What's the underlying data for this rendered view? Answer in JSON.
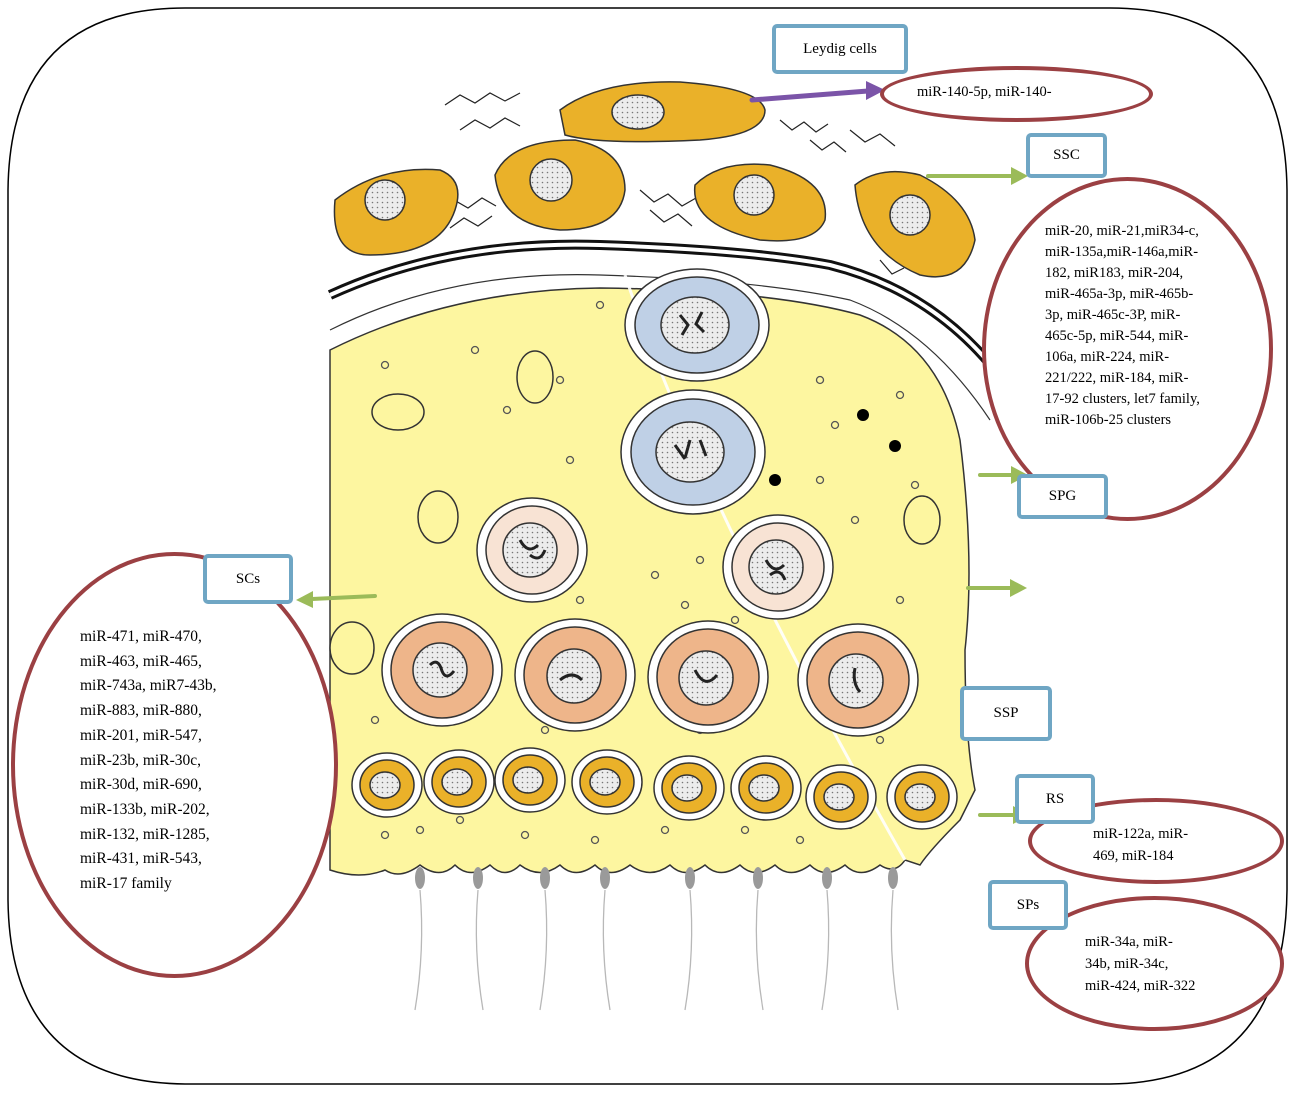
{
  "labels": {
    "leydig": "Leydig cells",
    "ssc": "SSC",
    "spg": "SPG",
    "scs": "SCs",
    "ssp": "SSP",
    "rs": "RS",
    "sps": "SPs"
  },
  "mirna": {
    "leydig": "miR-140-5p, miR-140-",
    "ssc": "miR-20, miR-21,miR34-c,\nmiR-135a,miR-146a,miR-\n182, miR183, miR-204,\nmiR-465a-3p, miR-465b-\n3p, miR-465c-3P, miR-\n465c-5p, miR-544, miR-\n106a, miR-224, miR-\n221/222, miR-184, miR-\n17-92 clusters, let7 family,\nmiR-106b-25 clusters",
    "scs": "miR-471, miR-470,\nmiR-463, miR-465,\nmiR-743a, miR7-43b,\nmiR-883, miR-880,\nmiR-201, miR-547,\nmiR-23b, miR-30c,\nmiR-30d, miR-690,\nmiR-133b, miR-202,\nmiR-132, miR-1285,\nmiR-431, miR-543,\nmiR-17 family",
    "rs": "miR-122a, miR-\n469, miR-184",
    "sps": "miR-34a, miR-\n34b, miR-34c,\nmiR-424, miR-322"
  },
  "colors": {
    "frame": "#000000",
    "label_border": "#6fa6c4",
    "oval_border": "#9b4043",
    "arrow_green": "#9bbb59",
    "arrow_purple": "#7b54a8",
    "sertoli": "#fdf6a0",
    "leydig_cell": "#eab129",
    "spermatogonia": "#bfd0e6",
    "spermatocyte_early": "#f8e3d4",
    "spermatocyte_late": "#eeb58a",
    "spermatid": "#eab129"
  }
}
